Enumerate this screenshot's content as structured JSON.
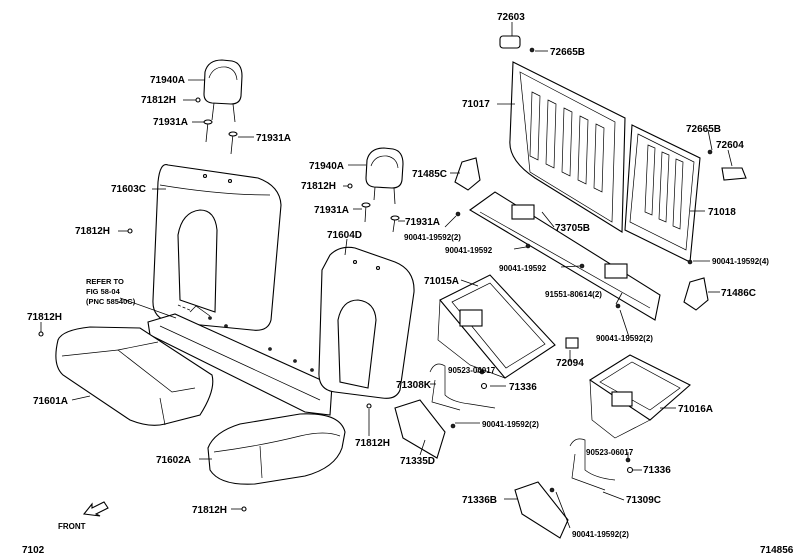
{
  "labels": {
    "l72603": "72603",
    "l72665B_top": "72665B",
    "l71940A_left": "71940A",
    "l71812H_1": "71812H",
    "l71931A_1": "71931A",
    "l71931A_2": "71931A",
    "l71017": "71017",
    "l72665B_right": "72665B",
    "l72604": "72604",
    "l71603C": "71603C",
    "l71940A_mid": "71940A",
    "l71812H_2": "71812H",
    "l71485C": "71485C",
    "l71931A_3": "71931A",
    "l71931A_4": "71931A",
    "l71018": "71018",
    "l71812H_3": "71812H",
    "l71604D": "71604D",
    "l90041_1": "90041-19592(2)",
    "l73705B": "73705B",
    "l90041_2": "90041-19592",
    "l90041_3": "90041-19592",
    "l90041_4": "90041-19592(4)",
    "l71015A": "71015A",
    "l91551": "91551-80614(2)",
    "l71486C": "71486C",
    "l71812H_4": "71812H",
    "l90041_5": "90041-19592(2)",
    "l72094": "72094",
    "l90523_1": "90523-06017",
    "l71308K": "71308K",
    "l71336_1": "71336",
    "l71601A": "71601A",
    "l71016A": "71016A",
    "l90041_6": "90041-19592(2)",
    "l71812H_5": "71812H",
    "l71335D": "71335D",
    "l90523_2": "90523-06017",
    "l71602A": "71602A",
    "l71336_2": "71336",
    "l71309C": "71309C",
    "l71336B": "71336B",
    "l71812H_6": "71812H",
    "l90041_7": "90041-19592(2)"
  },
  "refer_note": [
    "REFER TO",
    "FIG 58-04",
    "(PNC 58540C)"
  ],
  "front_label": "FRONT",
  "figure_number": "7102",
  "illustration_id": "714856"
}
